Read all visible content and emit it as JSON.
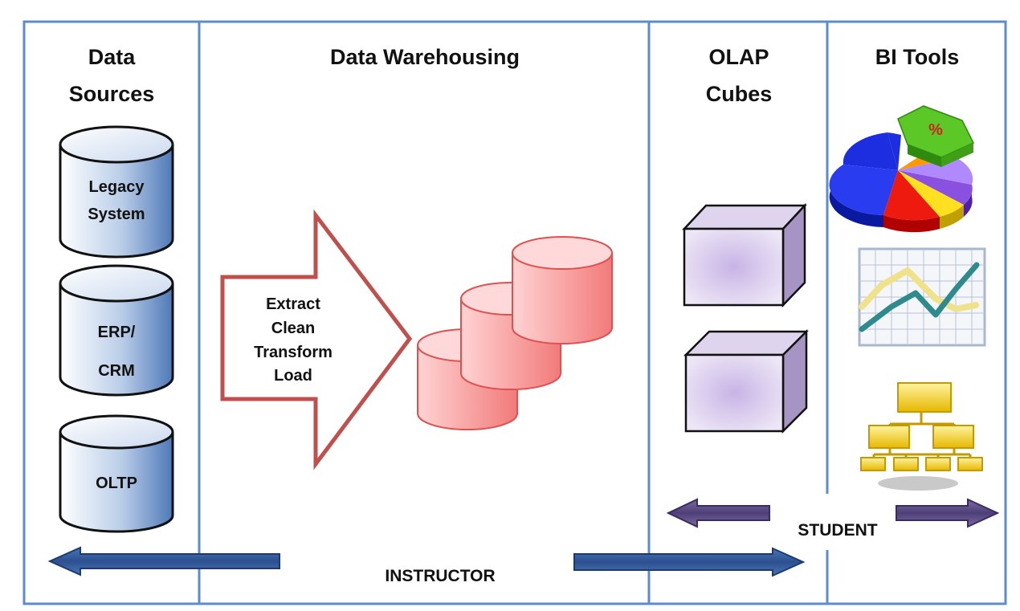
{
  "columns": {
    "data_sources": {
      "title_line1": "Data",
      "title_line2": "Sources"
    },
    "data_warehousing": {
      "title": "Data Warehousing"
    },
    "olap_cubes": {
      "title_line1": "OLAP",
      "title_line2": "Cubes"
    },
    "bi_tools": {
      "title": "BI Tools"
    }
  },
  "sources": {
    "legacy_line1": "Legacy",
    "legacy_line2": "System",
    "erp_line1": "ERP/",
    "erp_line2": "CRM",
    "oltp": "OLTP"
  },
  "etl": {
    "line1": "Extract",
    "line2": "Clean",
    "line3": "Transform",
    "line4": "Load"
  },
  "flows": {
    "instructor": "INSTRUCTOR",
    "student": "STUDENT"
  },
  "colors": {
    "frame": "#5b8ccc",
    "db_blue": "#5d85c0",
    "etl_arrow": "#c0504d",
    "warehouse_db": "#f08080",
    "instructor_arrow": "#2e5597",
    "student_arrow": "#5b4a80",
    "cube": "#c9b8e2"
  },
  "icons": {
    "pie": "pie-chart-icon",
    "line": "line-chart-icon",
    "org": "org-chart-icon"
  }
}
